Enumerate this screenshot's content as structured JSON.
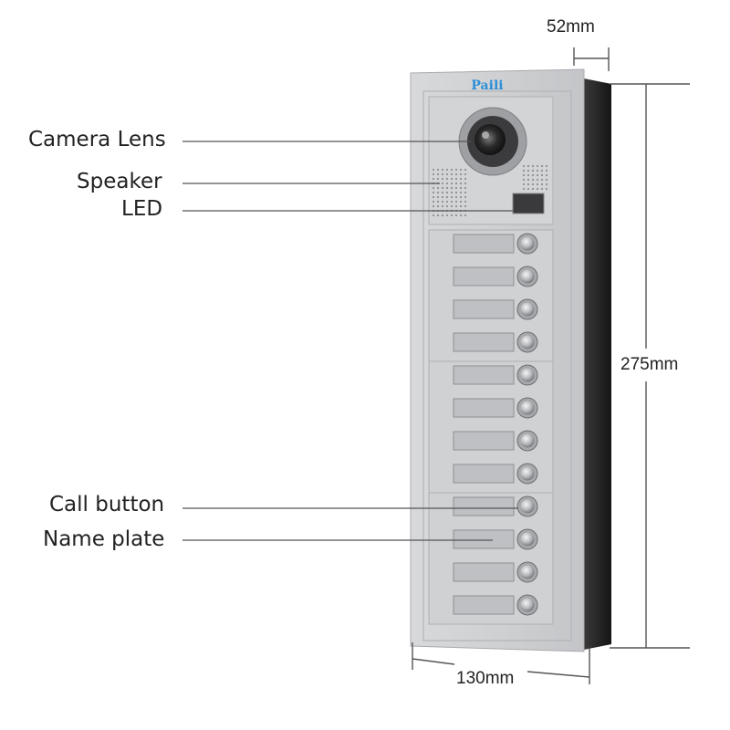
{
  "brand": {
    "logo_text": "Paili"
  },
  "callouts": {
    "camera_lens": "Camera Lens",
    "speaker": "Speaker",
    "led": "LED",
    "call_button": "Call button",
    "name_plate": "Name plate"
  },
  "dimensions": {
    "depth": "52mm",
    "height": "275mm",
    "width": "130mm"
  },
  "panel": {
    "button_groups": [
      4,
      4,
      4
    ],
    "button_count": 12
  },
  "colors": {
    "panel": "#c9cacd",
    "side": "#2a2a2a",
    "logo": "#2b8fd8",
    "line": "#555555"
  }
}
